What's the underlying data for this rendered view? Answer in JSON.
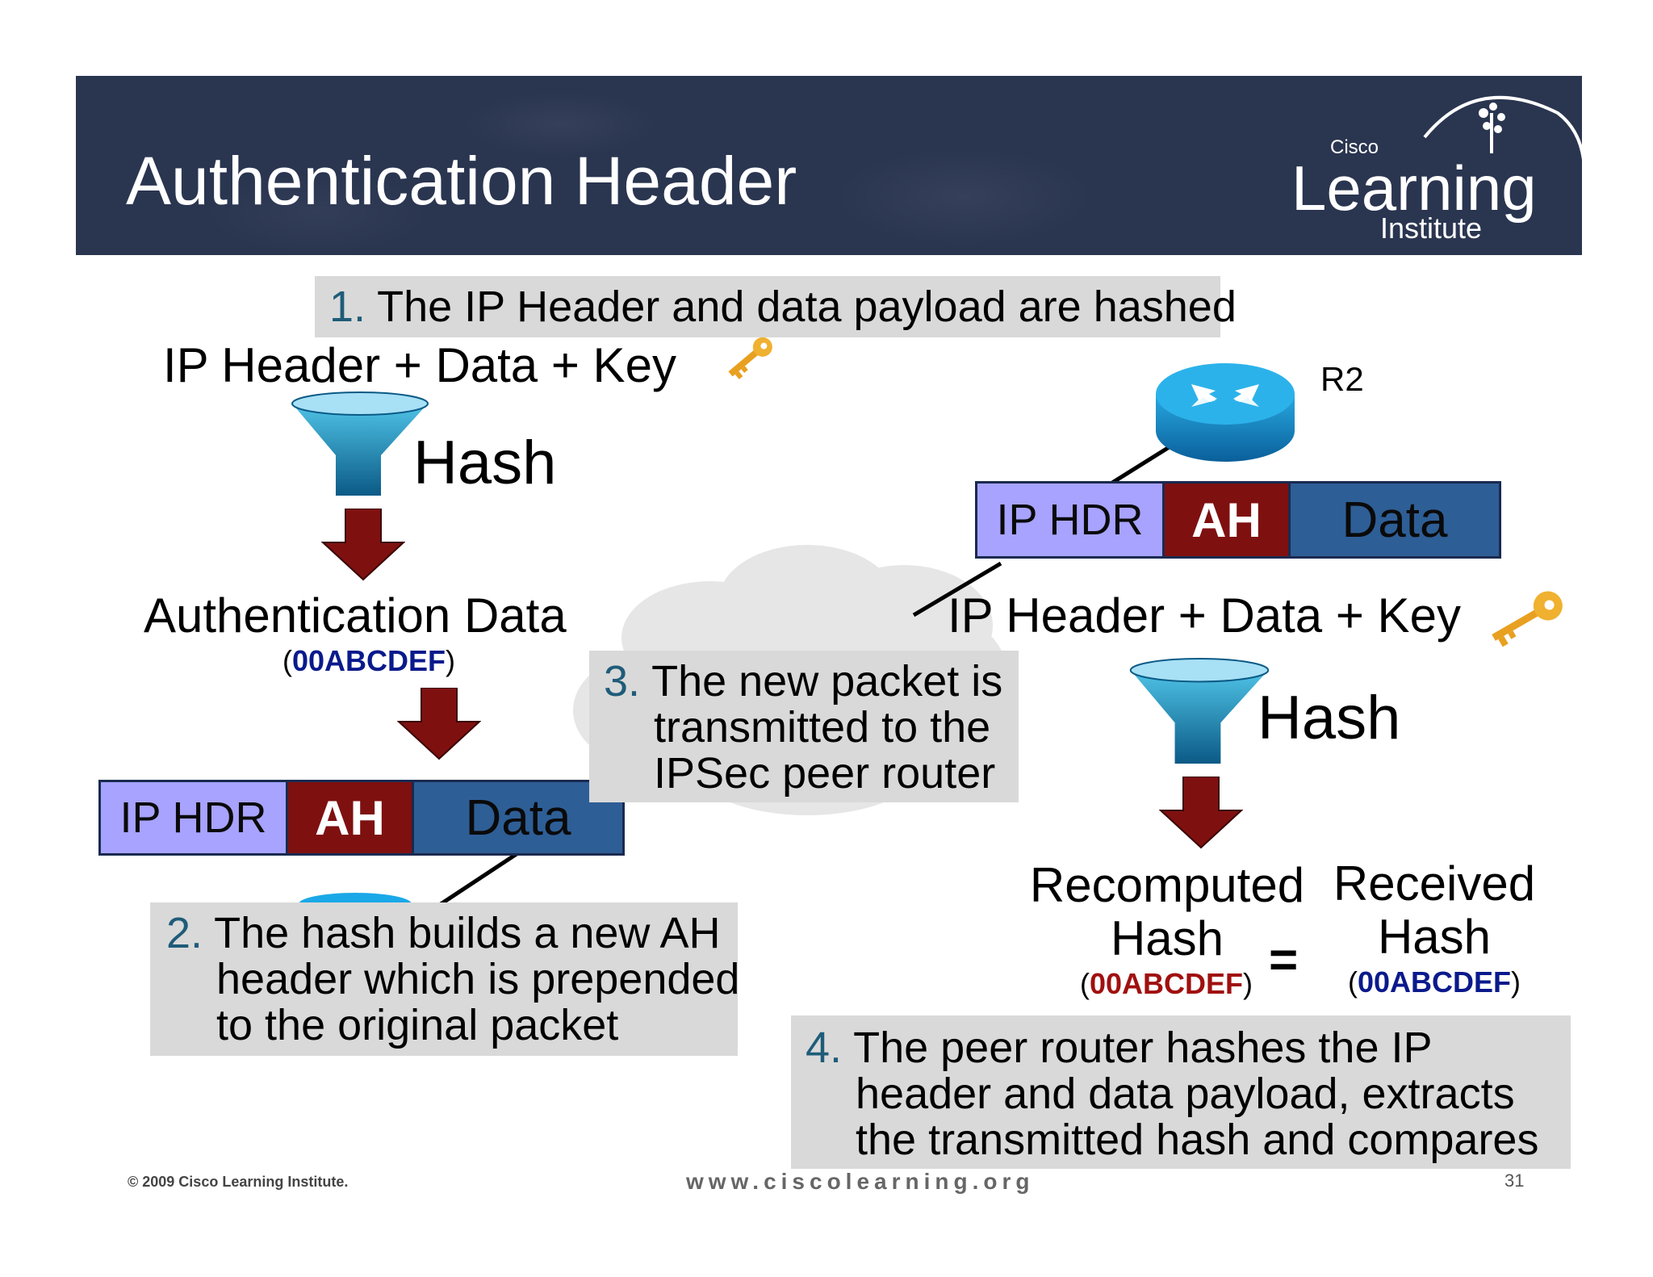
{
  "header": {
    "title": "Authentication Header",
    "logo": {
      "brand": "Cisco",
      "name": "Learning",
      "sub": "Institute"
    }
  },
  "left": {
    "formula": "IP Header + Data + Key",
    "hash_label": "Hash",
    "auth_data_label": "Authentication Data",
    "auth_data_value": "00ABCDEF",
    "packet": {
      "ip": "IP HDR",
      "ah": "AH",
      "data": "Data"
    }
  },
  "right": {
    "router_label": "R2",
    "packet": {
      "ip": "IP HDR",
      "ah": "AH",
      "data": "Data"
    },
    "formula": "IP Header + Data + Key",
    "hash_label": "Hash",
    "recomputed": {
      "line1": "Recomputed",
      "line2": "Hash",
      "value": "00ABCDEF"
    },
    "equals": "=",
    "received": {
      "line1": "Received",
      "line2": "Hash",
      "value": "00ABCDEF"
    }
  },
  "steps": [
    {
      "num": "1.",
      "lines": [
        "The IP Header and data payload are hashed"
      ]
    },
    {
      "num": "2.",
      "lines": [
        "The hash builds a new AH",
        "header which is prepended",
        "to the original packet"
      ]
    },
    {
      "num": "3.",
      "lines": [
        "The new packet is",
        "transmitted to the",
        "IPSec peer router"
      ]
    },
    {
      "num": "4.",
      "lines": [
        "The peer router hashes the IP",
        "header and data payload, extracts",
        "the transmitted hash and compares"
      ]
    }
  ],
  "footer": {
    "copyright": "© 2009 Cisco Learning Institute.",
    "url": "www.ciscolearning.org",
    "page": "31"
  },
  "colors": {
    "banner": "#2a3550",
    "ip_hdr": "#a7a3ff",
    "ah": "#7f1010",
    "data": "#2e5e96",
    "arrow": "#7f1010",
    "hex_blue": "#0a1a8c",
    "hex_red": "#a01010",
    "callout_bg": "#d9d9d9",
    "step_number": "#1f5c79"
  },
  "icons": [
    "funnel-icon",
    "key-icon",
    "router-icon",
    "cloud-icon",
    "down-arrow-icon"
  ]
}
